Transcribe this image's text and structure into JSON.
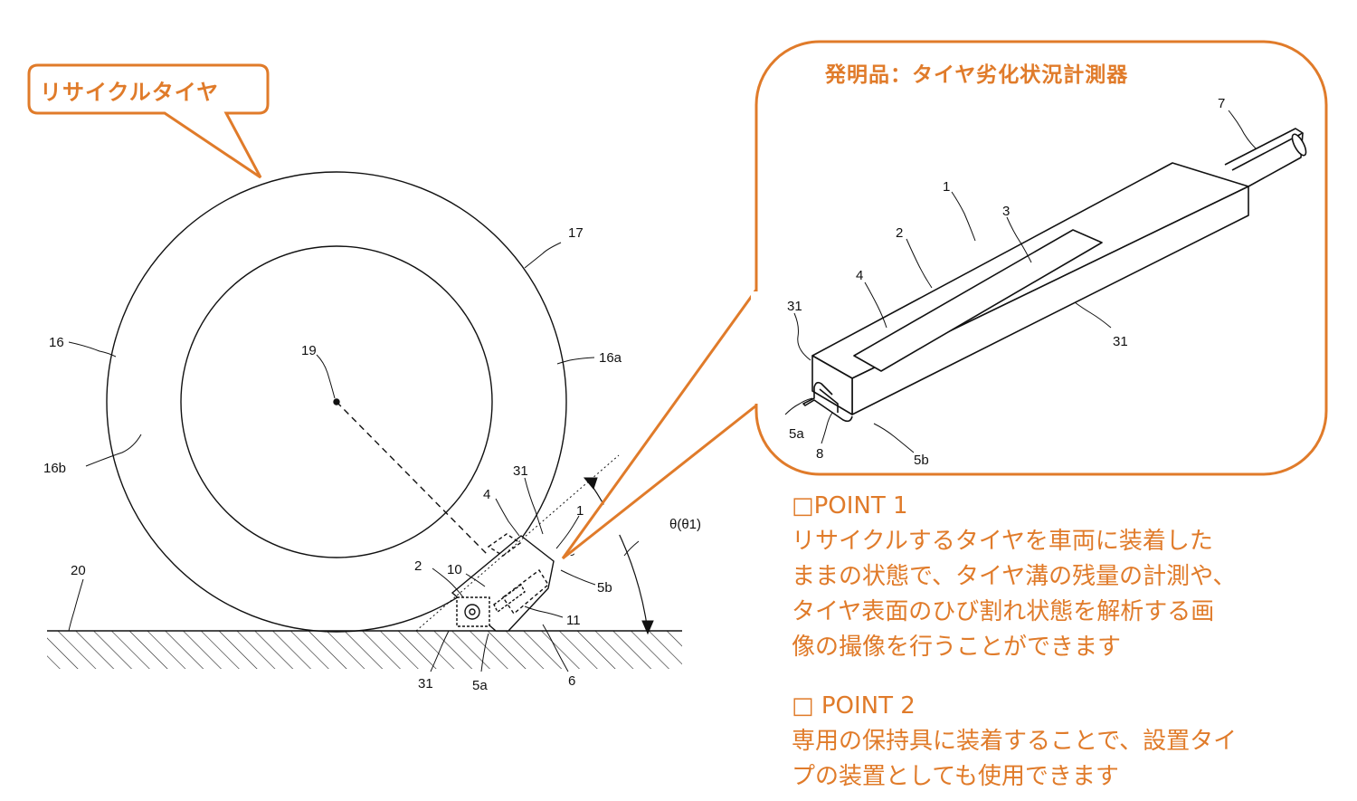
{
  "callout": {
    "label": "リサイクルタイヤ"
  },
  "inset": {
    "title": "発明品：タイヤ劣化状況計測器"
  },
  "colors": {
    "accent": "#e07b2a",
    "line": "#111111"
  },
  "main_labels": {
    "l17": "17",
    "l16": "16",
    "l16a": "16a",
    "l16b": "16b",
    "l19": "19",
    "l31_top": "31",
    "l4": "4",
    "l1": "1",
    "l9": "9",
    "l2": "2",
    "l10": "10",
    "l5b": "5b",
    "l11": "11",
    "l20": "20",
    "l31_bot": "31",
    "l5a": "5a",
    "l6": "6",
    "theta": "θ(θ1)"
  },
  "inset_labels": {
    "l7": "7",
    "l1": "1",
    "l3": "3",
    "l2": "2",
    "l4": "4",
    "l31_left": "31",
    "l31_right": "31",
    "l5a": "5a",
    "l8": "8",
    "l5b": "5b"
  },
  "points": {
    "p1_heading": "□POINT 1",
    "p1_lines": [
      "リサイクルするタイヤを車両に装着した",
      "ままの状態で、タイヤ溝の残量の計測や、",
      "タイヤ表面のひび割れ状態を解析する画",
      "像の撮像を行うことができます"
    ],
    "p2_heading": "□ POINT 2",
    "p2_lines": [
      "専用の保持具に装着することで、設置タイ",
      "プの装置としても使用できます"
    ]
  }
}
